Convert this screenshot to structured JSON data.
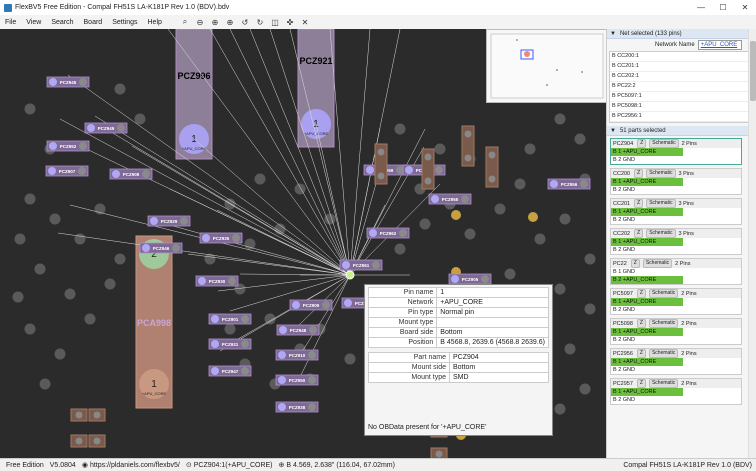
{
  "window": {
    "title": "FlexBV5 Free Edition - Compal FH51S LA-K181P Rev 1.0 (BDV).bdv",
    "min": "—",
    "max": "☐",
    "close": "✕"
  },
  "menu": [
    "File",
    "View",
    "Search",
    "Board",
    "Settings",
    "Help"
  ],
  "toolbar": {
    "icons": [
      "search-icon",
      "zoom-out-icon",
      "zoom-in-icon",
      "zoom-fit-icon",
      "rotate-ccw-icon",
      "rotate-cw-icon",
      "flip-icon",
      "crosshair-icon",
      "close-icon"
    ]
  },
  "board": {
    "big_labels": {
      "pcz996": "PCZ996",
      "pcz921": "PCZ921",
      "pca998": "PCA998"
    },
    "pad_labels": {
      "one_a": "1",
      "one_b": "1",
      "one_c": "1",
      "two": "2",
      "net_a": "+APU_CORE",
      "net_b": "+APU_CORE",
      "net_c": "+APU_CORE"
    },
    "parts": [
      "PCZ945",
      "PCZ952",
      "PCZ949",
      "PCZ907",
      "PCZ908",
      "PCZ929",
      "PCZ935",
      "PCZ946",
      "PCZ930",
      "PCZ909",
      "PCZ901",
      "PCZ948",
      "PCZ931",
      "PCZ910",
      "PCZ947",
      "PCZ950",
      "PCZ938",
      "PCZ904",
      "PCZ902",
      "PCZ962",
      "PCZ961",
      "PCZ959",
      "PCZ960",
      "PCZ955",
      "PCZ956",
      "PCZ905"
    ]
  },
  "popup": {
    "rows1": [
      [
        "Pin name",
        "1"
      ],
      [
        "Network",
        "+APU_CORE"
      ],
      [
        "Pin type",
        "Normal pin"
      ],
      [
        "Mount type",
        ""
      ],
      [
        "Board side",
        "Bottom"
      ],
      [
        "Position",
        "B 4568.8, 2639.6 (4568.8 2639.6)"
      ]
    ],
    "rows2": [
      [
        "Part name",
        "PCZ904"
      ],
      [
        "Mount side",
        "Bottom"
      ],
      [
        "Mount type",
        "SMD"
      ]
    ],
    "note": "No OBData present for '+APU_CORE'"
  },
  "rightpane": {
    "net_header": "Net selected (133 pins)",
    "net_filter_label": "Network Name",
    "net_filter_value": "+APU_CORE",
    "net_rows": [
      "B  CC200:1",
      "B  CC201:1",
      "B  CC202:1",
      "B  PC22:2",
      "B  PC5097:1",
      "B  PC5098:1",
      "B  PC2956:1"
    ],
    "parts_header": "51 parts selected",
    "chip_z": "Z",
    "chip_sch": "Schematic",
    "cards": [
      {
        "name": "PCZ904",
        "pins": "2 Pins",
        "p1": "B  1  +APU_CORE",
        "p2": "B  2  GND"
      },
      {
        "name": "CC200",
        "pins": "3 Pins",
        "p1": "B  1  +APU_CORE",
        "p2": "B  2  GND"
      },
      {
        "name": "CC201",
        "pins": "3 Pins",
        "p1": "B  1  +APU_CORE",
        "p2": "B  2  GND"
      },
      {
        "name": "CC202",
        "pins": "3 Pins",
        "p1": "B  1  +APU_CORE",
        "p2": "B  2  GND"
      },
      {
        "name": "PC22",
        "pins": "2 Pins",
        "p1": "B  1  GND",
        "p2": "B  2  +APU_CORE"
      },
      {
        "name": "PC5097",
        "pins": "2 Pins",
        "p1": "B  1  +APU_CORE",
        "p2": "B  2  GND"
      },
      {
        "name": "PC5098",
        "pins": "2 Pins",
        "p1": "B  1  +APU_CORE",
        "p2": "B  2  GND"
      },
      {
        "name": "PC2956",
        "pins": "2 Pins",
        "p1": "B  1  +APU_CORE",
        "p2": "B  2  GND"
      },
      {
        "name": "PC2957",
        "pins": "2 Pins",
        "p1": "B  1  +APU_CORE",
        "p2": "B  2  GND"
      }
    ]
  },
  "status": {
    "edition": "Free Edition",
    "version": "V5.0804",
    "url": "https://pldaniels.com/flexbv5/",
    "pin": "PCZ904:1(+APU_CORE)",
    "coords": "B 4.569, 2.638\" (116.04, 67.02mm)",
    "board": "Compal FH51S LA-K181P Rev 1.0 (BDV)"
  }
}
